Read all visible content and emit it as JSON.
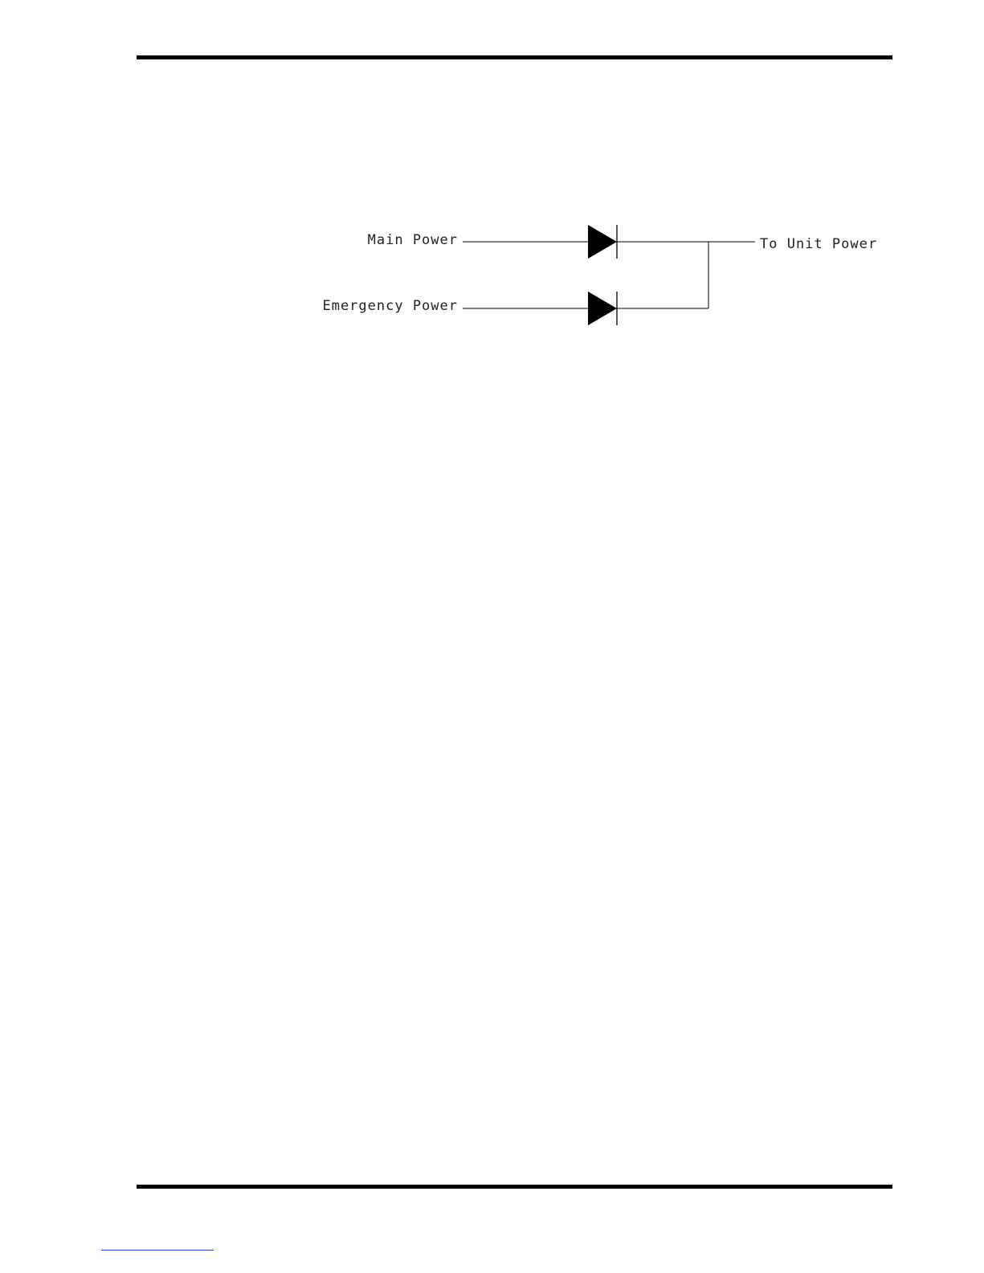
{
  "diagram": {
    "labels": {
      "main_power": "Main Power",
      "emergency_power": "Emergency Power",
      "to_unit_power": "To Unit Power"
    }
  }
}
